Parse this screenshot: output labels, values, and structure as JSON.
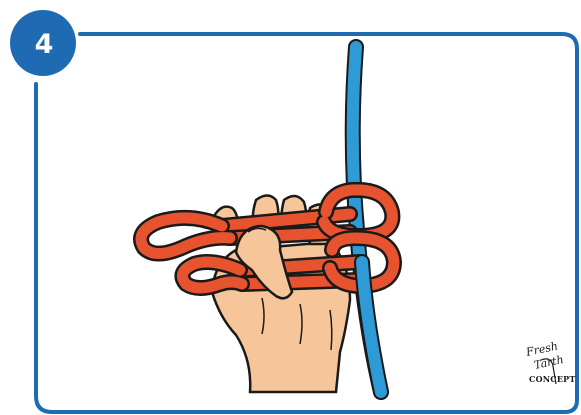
{
  "step": {
    "number": "4"
  },
  "logo": {
    "line1": "Fresh",
    "line2": "Tarth",
    "line3": "CONCEPT"
  },
  "colors": {
    "frame_blue": "#1f6bb3",
    "rope_orange": "#e8532f",
    "rope_blue": "#2e9bd6",
    "skin": "#f7c59a",
    "outline": "#1a1a1a"
  }
}
